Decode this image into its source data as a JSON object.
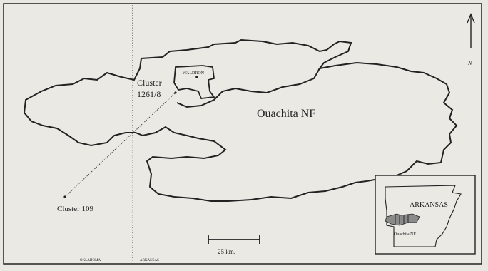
{
  "map": {
    "forest_label": "Ouachita NF",
    "cluster_a_label_line1": "Cluster",
    "cluster_a_label_line2": "1261/8",
    "cluster_b_label": "Cluster 109",
    "town_label": "WALDRON",
    "north_label": "N",
    "scale_label": "25 km.",
    "state_left_label": "OKLAHOMA",
    "state_right_label": "ARKANSAS"
  },
  "inset": {
    "state_label": "ARKANSAS",
    "forest_label": "Ouachita NF"
  },
  "colors": {
    "paper": "#e9e7e2",
    "ink": "#222222",
    "grey_fill": "#8a8a8a"
  }
}
